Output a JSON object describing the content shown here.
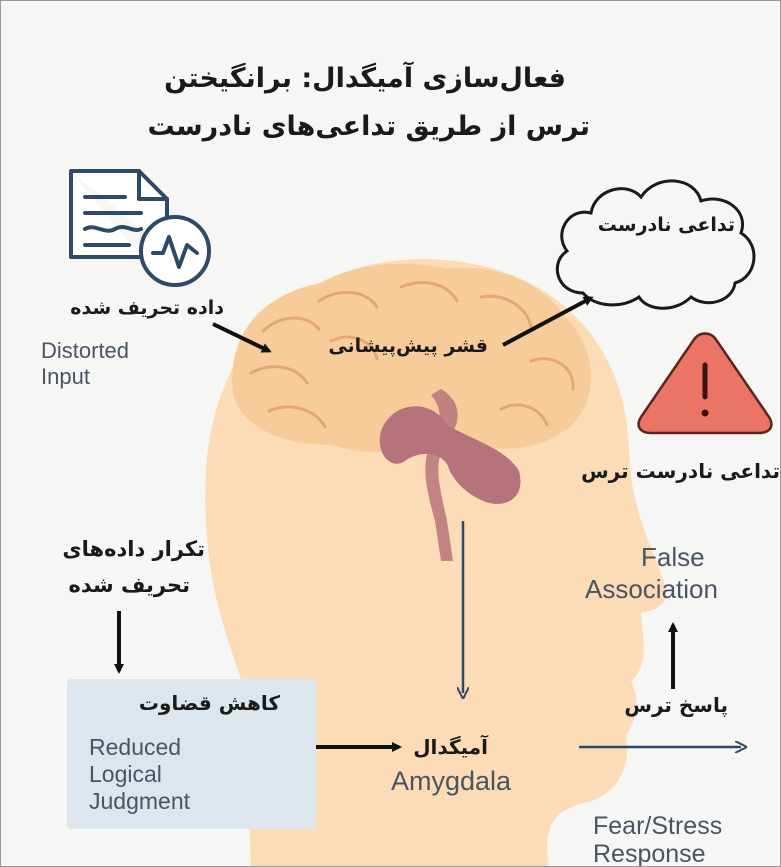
{
  "title": {
    "line1": "فعال‌سازی آمیگدال: برانگیختن",
    "line2": "ترس از طریق تداعی‌های نادرست"
  },
  "nodes": {
    "distorted_input": {
      "fa": "داده تحریف شده",
      "en_line1": "Distorted",
      "en_line2": "Input",
      "icon": "document-waveform-icon"
    },
    "prefrontal": {
      "fa": "قشر پیش‌پیشانی"
    },
    "false_assoc_cloud": {
      "fa": "تداعی نادرست",
      "icon": "cloud-icon"
    },
    "warning": {
      "icon": "warning-triangle-icon",
      "glyph": "!"
    },
    "false_fear": {
      "fa": "تداعی نادرست ترس"
    },
    "repetition": {
      "fa_line1": "تکرار داده‌های",
      "fa_line2": "تحریف شده"
    },
    "reduced_judgment": {
      "fa": "کاهش قضاوت",
      "en_line1": "Reduced",
      "en_line2": "Logical",
      "en_line3": "Judgment"
    },
    "amygdala": {
      "fa": "آمیگدال",
      "en": "Amygdala"
    },
    "false_association": {
      "en_line1": "False",
      "en_line2": "Association"
    },
    "fear_response": {
      "fa": "پاسخ ترس",
      "en_line1": "Fear/Stress",
      "en_line2": "Response"
    }
  },
  "colors": {
    "skin": "#fbdcb6",
    "brain": "#f8cc9a",
    "brain_lines": "#e3a774",
    "amygdala": "#b7737b",
    "stem_arrow": "#2e4a66",
    "warning": "#ea7466",
    "box": "#dce6ec"
  }
}
